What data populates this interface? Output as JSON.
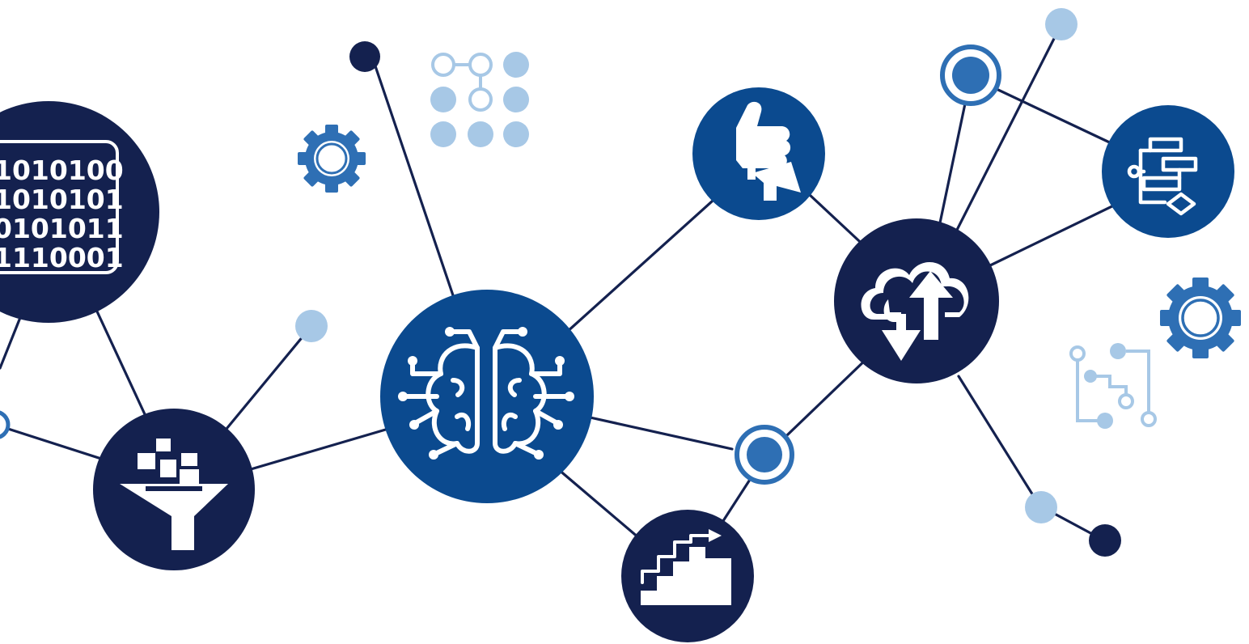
{
  "colors": {
    "navy": "#14214f",
    "royal": "#0b4a8f",
    "mid_blue": "#2e6fb4",
    "light_blue": "#a7c8e6",
    "white": "#ffffff"
  },
  "binary_panel": {
    "lines": [
      "1010100",
      "1010101",
      "0101011",
      "1110001"
    ]
  },
  "icons": [
    "binary-data-icon",
    "data-funnel-icon",
    "ai-brain-circuit-icon",
    "thumbs-up-megaphone-icon",
    "growth-stairs-icon",
    "cloud-upload-download-icon",
    "flowchart-icon",
    "gear-icon",
    "dot-grid-pattern-icon",
    "circuit-path-icon"
  ]
}
